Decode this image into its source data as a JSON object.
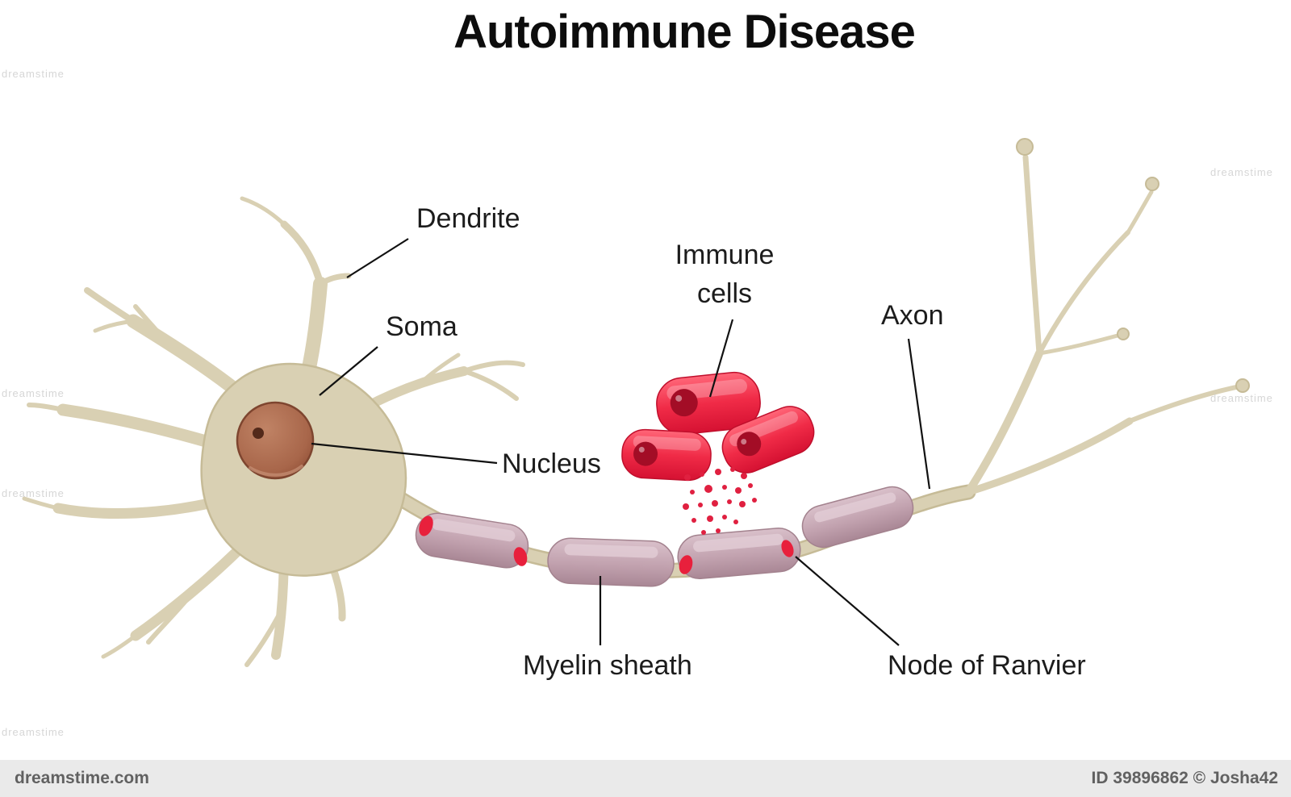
{
  "title": "Autoimmune Disease",
  "labels": {
    "dendrite": "Dendrite",
    "soma": "Soma",
    "immune_cells_line1": "Immune",
    "immune_cells_line2": "cells",
    "axon": "Axon",
    "nucleus": "Nucleus",
    "myelin_sheath": "Myelin sheath",
    "node_of_ranvier": "Node of Ranvier"
  },
  "watermark": {
    "text": "dreamstime",
    "site": "dreamstime.com",
    "credit": "ID 39896862 © Josha42"
  },
  "colors": {
    "neuron_body": "#d9d0b3",
    "neuron_outline": "#c6bb97",
    "nucleus_brown": "#a8664a",
    "nucleus_spot": "#53291a",
    "myelin": "#c2a2af",
    "immune_cell": "#ef2b47",
    "immune_nucleus": "#a30d26",
    "damage_red": "#e8203c",
    "label_text": "#1c1c1c",
    "line_black": "#111111"
  }
}
